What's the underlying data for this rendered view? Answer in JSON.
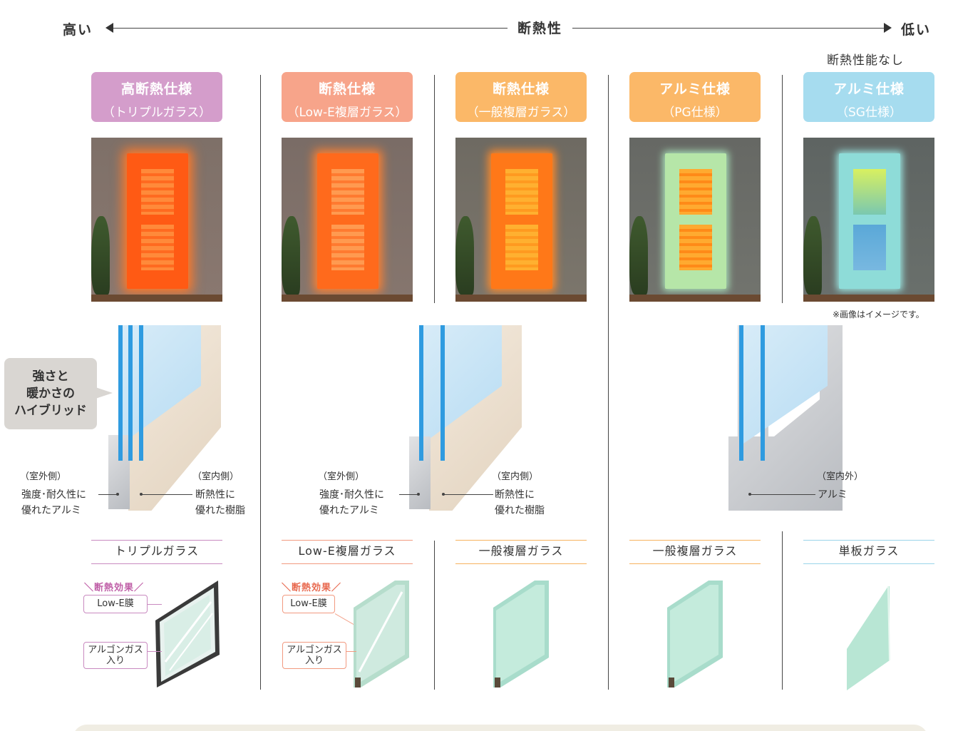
{
  "scale": {
    "left_label": "高い",
    "center_label": "断熱性",
    "right_label": "低い"
  },
  "no_performance_label": "断熱性能なし",
  "columns": [
    {
      "title": "高断熱仕様",
      "subtitle": "（トリプルガラス）",
      "color": "#d49dcb",
      "glass_type": "トリプルガラス",
      "line_color": "#c98ac0"
    },
    {
      "title": "断熱仕様",
      "subtitle": "（Low-E複層ガラス）",
      "color": "#f7a48a",
      "glass_type": "Low-E複層ガラス",
      "line_color": "#f29a80"
    },
    {
      "title": "断熱仕様",
      "subtitle": "（一般複層ガラス）",
      "color": "#fbb868",
      "glass_type": "一般複層ガラス",
      "line_color": "#f7b25e"
    },
    {
      "title": "アルミ仕様",
      "subtitle": "（PG仕様）",
      "color": "#fbb868",
      "glass_type": "一般複層ガラス",
      "line_color": "#f7b25e"
    },
    {
      "title": "アルミ仕様",
      "subtitle": "（SG仕様）",
      "color": "#a6dcef",
      "glass_type": "単板ガラス",
      "line_color": "#9ad4ea"
    }
  ],
  "image_note": "※画像はイメージです。",
  "bubble": {
    "line1": "強さと",
    "line2": "暖かさの",
    "line3": "ハイブリッド"
  },
  "sections": {
    "outside": "（室外側）",
    "inside": "（室内側）",
    "inout": "（室内外）",
    "alu_strength_1": "強度･耐久性に",
    "alu_strength_2": "優れたアルミ",
    "resin_1": "断熱性に",
    "resin_2": "優れた樹脂",
    "alu": "アルミ"
  },
  "effect_label": "＼断熱効果／",
  "lowe_label": "Low-E膜",
  "argon_line1": "アルゴンガス",
  "argon_line2": "入り",
  "colors": {
    "purple": "#c98ac0",
    "salmon": "#f29a80",
    "effect_purple": "#c060a8",
    "effect_salmon": "#e86a50"
  }
}
